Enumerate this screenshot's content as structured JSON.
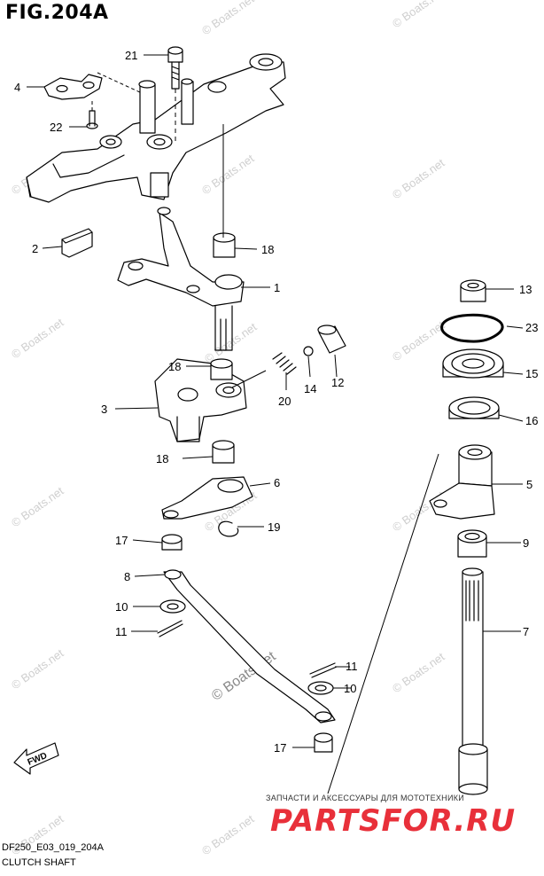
{
  "figure_title": "FIG.204A",
  "footer": {
    "code": "DF250_E03_019_204A",
    "caption": "CLUTCH SHAFT"
  },
  "watermark": {
    "text": "© Boats.net"
  },
  "brand": {
    "subline": "ЗАПЧАСТИ И АКСЕССУАРЫ ДЛЯ МОТОТЕХНИКИ",
    "name": "PARTSFOR.RU"
  },
  "fwd_label": "FWD",
  "callouts": [
    {
      "id": "c21",
      "label": "21"
    },
    {
      "id": "c4",
      "label": "4"
    },
    {
      "id": "c22",
      "label": "22"
    },
    {
      "id": "c2",
      "label": "2"
    },
    {
      "id": "c18a",
      "label": "18"
    },
    {
      "id": "c1",
      "label": "1"
    },
    {
      "id": "c13",
      "label": "13"
    },
    {
      "id": "c23",
      "label": "23"
    },
    {
      "id": "c15",
      "label": "15"
    },
    {
      "id": "c16",
      "label": "16"
    },
    {
      "id": "c18b",
      "label": "18"
    },
    {
      "id": "c14",
      "label": "14"
    },
    {
      "id": "c12",
      "label": "12"
    },
    {
      "id": "c20",
      "label": "20"
    },
    {
      "id": "c3",
      "label": "3"
    },
    {
      "id": "c18c",
      "label": "18"
    },
    {
      "id": "c5",
      "label": "5"
    },
    {
      "id": "c6",
      "label": "6"
    },
    {
      "id": "c19",
      "label": "19"
    },
    {
      "id": "c17a",
      "label": "17"
    },
    {
      "id": "c9",
      "label": "9"
    },
    {
      "id": "c8",
      "label": "8"
    },
    {
      "id": "c10a",
      "label": "10"
    },
    {
      "id": "c7",
      "label": "7"
    },
    {
      "id": "c11a",
      "label": "11"
    },
    {
      "id": "c11b",
      "label": "11"
    },
    {
      "id": "c10b",
      "label": "10"
    },
    {
      "id": "c17b",
      "label": "17"
    }
  ]
}
